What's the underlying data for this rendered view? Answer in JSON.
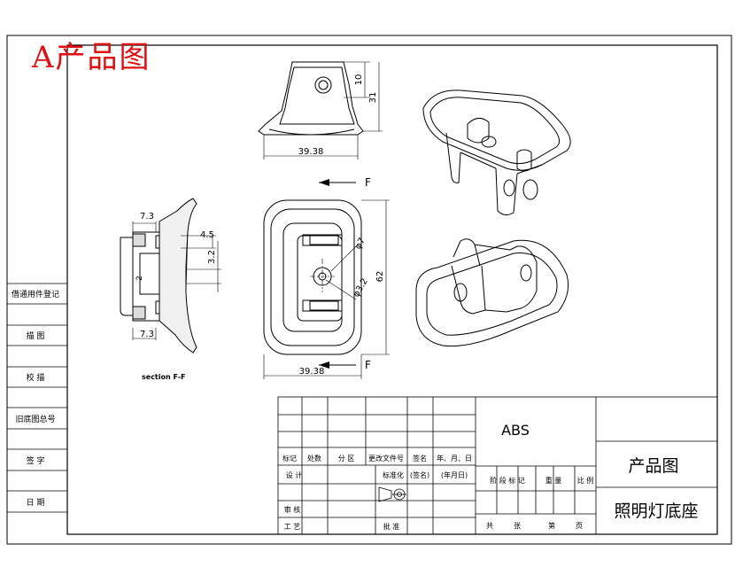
{
  "header": {
    "title": "A产品图"
  },
  "left_column": {
    "labels": [
      "借通用件登记",
      "描 图",
      "校 描",
      "旧底图总号",
      "签 字",
      "日 期"
    ]
  },
  "views": {
    "top_view": {
      "dim_width": "39.38",
      "dim_hole": "10",
      "dim_height": "31"
    },
    "front_view": {
      "dim_width": "39.38",
      "dim_height": "62",
      "dim_hole_large": "φ7",
      "dim_hole_small": "φ3.2",
      "section_marker": "F"
    },
    "section_view": {
      "dim_top": "7.3",
      "dim_bottom": "7.3",
      "dim_right_small": "4.5",
      "dim_right_mid": "3.2",
      "dim_left": "2",
      "label": "section F-F"
    }
  },
  "title_block": {
    "material": "ABS",
    "drawing_type": "产品图",
    "part_name": "照明灯底座",
    "revision_headers": [
      "标记",
      "处数",
      "分 区",
      "更改文件号",
      "签名",
      "年、月、日"
    ],
    "row_design": "设 计",
    "row_standardize": "标准化",
    "row_sign": "(签名)",
    "row_date": "(年月日)",
    "row_review": "审 核",
    "row_process": "工 艺",
    "row_approve": "批 准",
    "stage_headers": [
      "阶 段 标 记",
      "重 量",
      "比 例"
    ],
    "sheets": [
      "共",
      "张",
      "第",
      "页"
    ]
  }
}
